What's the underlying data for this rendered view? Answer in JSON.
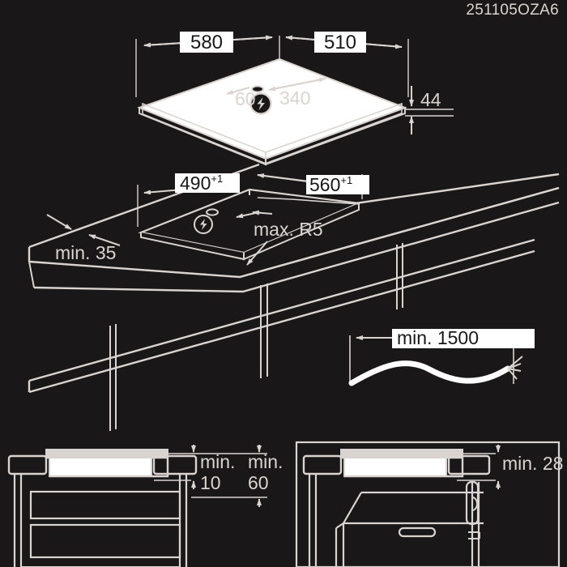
{
  "document": {
    "code": "251105OZA6",
    "type": "appliance-installation-diagram",
    "background_color": "#1a1718",
    "line_color": "#d9d4d2",
    "fill_color": "#ffffff"
  },
  "views": {
    "appliance": {
      "name": "hob-isometric-view",
      "dimensions": {
        "width": "580",
        "depth": "510",
        "height": "44",
        "connection_offset_left": "60",
        "connection_offset_right": "340"
      },
      "icons": {
        "power": "lightning-bolt-icon",
        "terminal": "connection-box-icon"
      }
    },
    "cutout": {
      "name": "worktop-cutout-view",
      "dimensions": {
        "depth": "490",
        "depth_tolerance": "+1",
        "width": "560",
        "width_tolerance": "+1",
        "edge_distance": "min. 35",
        "corner_radius": "max. R5"
      },
      "icons": {
        "power": "lightning-bolt-icon",
        "terminal": "connection-box-icon"
      }
    },
    "cable": {
      "name": "mains-cable-view",
      "dimensions": {
        "length": "min. 1500"
      }
    },
    "section_left": {
      "name": "section-with-drawers-view",
      "dimensions": {
        "clearance_top": "min.",
        "clearance_top_value": "10",
        "clearance_bottom": "min.",
        "clearance_bottom_value": "60"
      }
    },
    "section_right": {
      "name": "section-with-oven-view",
      "dimensions": {
        "clearance": "min. 28"
      }
    }
  }
}
